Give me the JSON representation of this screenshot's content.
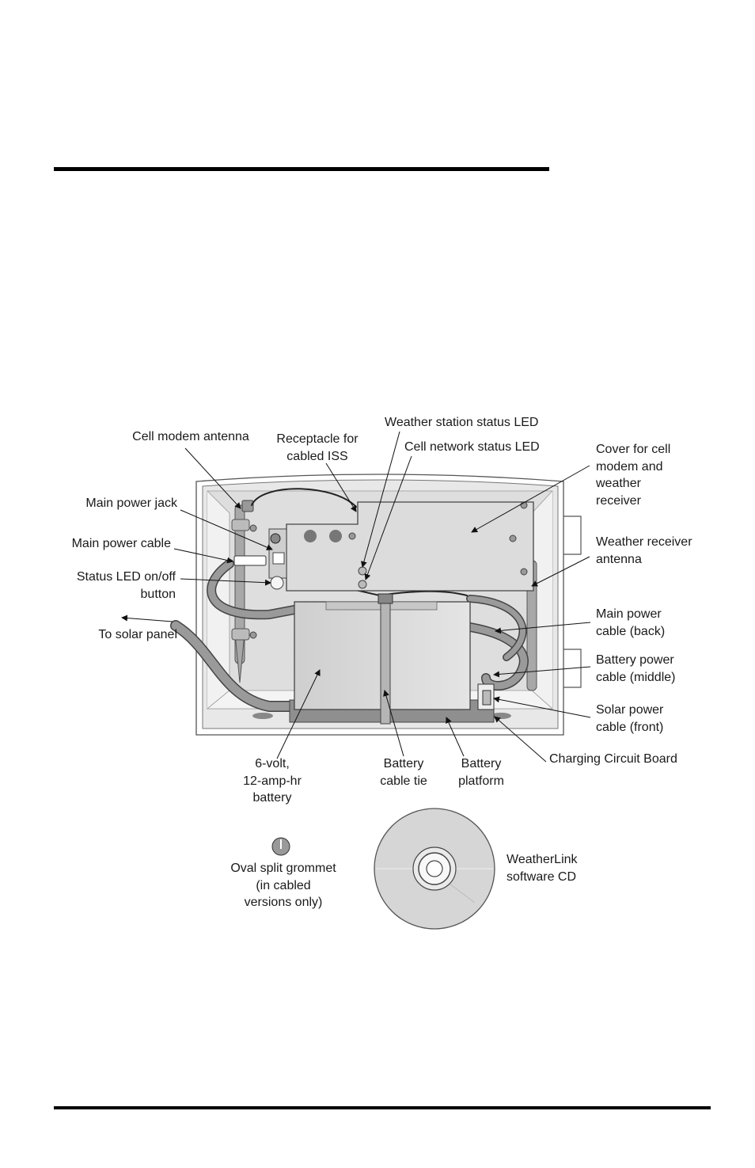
{
  "labels": {
    "cell_modem_antenna": "Cell modem antenna",
    "receptacle_cabled_iss": "Receptacle for\ncabled ISS",
    "weather_station_status_led": "Weather station status LED",
    "cell_network_status_led": "Cell network status LED",
    "cover_cell_modem": "Cover for cell\nmodem and\nweather\nreceiver",
    "main_power_jack": "Main power jack",
    "main_power_cable": "Main power cable",
    "weather_receiver_antenna": "Weather receiver\nantenna",
    "status_led_button": "Status LED on/off\nbutton",
    "to_solar_panel": "To solar panel",
    "main_power_cable_back": "Main power\ncable (back)",
    "battery_power_cable_middle": "Battery power\ncable (middle)",
    "solar_power_cable_front": "Solar power\ncable (front)",
    "charging_circuit_board": "Charging Circuit Board",
    "battery_6v": "6-volt,\n12-amp-hr\nbattery",
    "battery_cable_tie": "Battery\ncable tie",
    "battery_platform": "Battery\nplatform",
    "oval_split_grommet": "Oval split grommet\n(in cabled\nversions only)",
    "weatherlink_cd": "WeatherLink\nsoftware CD"
  }
}
